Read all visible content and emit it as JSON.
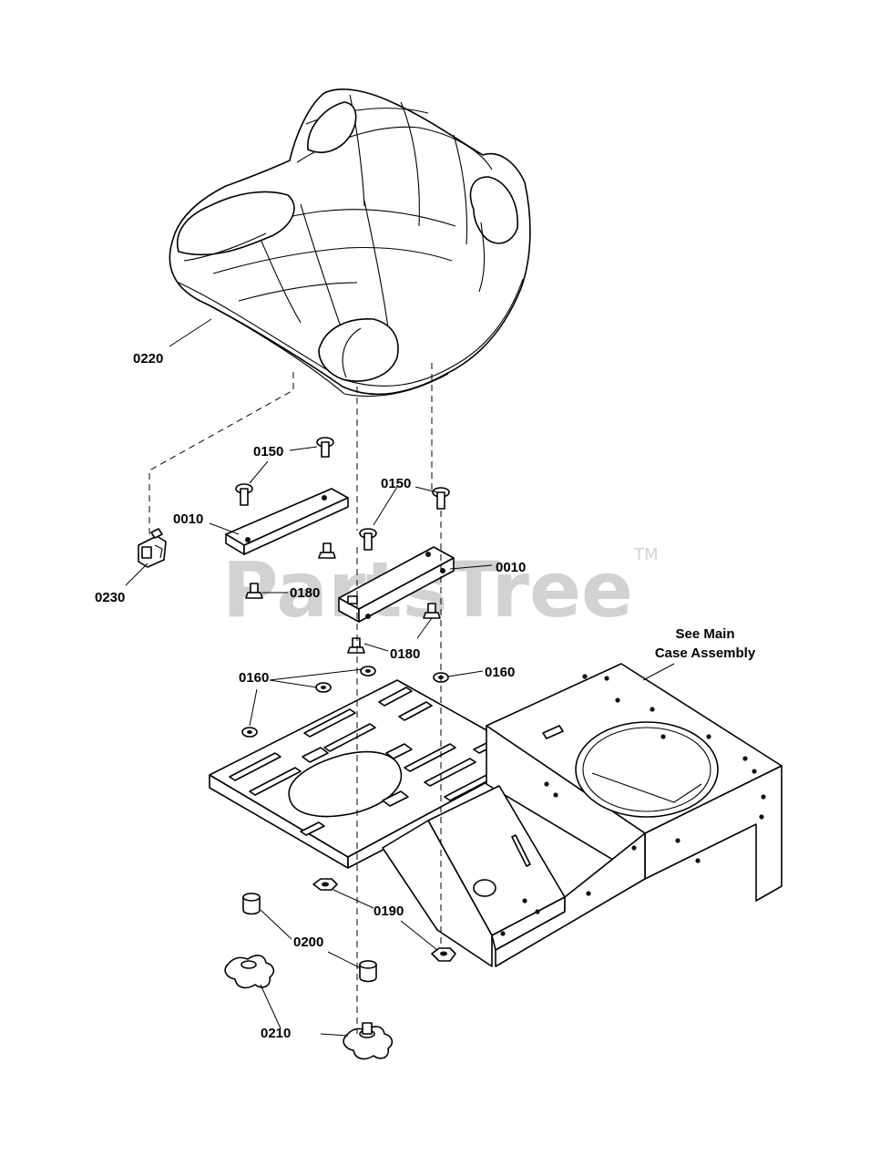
{
  "watermark": {
    "text": "PartsTree",
    "trademark": "TM"
  },
  "note": {
    "line1": "See Main",
    "line2": "Case Assembly"
  },
  "callouts": [
    {
      "id": "c0220",
      "label": "0220"
    },
    {
      "id": "c0150a",
      "label": "0150"
    },
    {
      "id": "c0150b",
      "label": "0150"
    },
    {
      "id": "c0010a",
      "label": "0010"
    },
    {
      "id": "c0010b",
      "label": "0010"
    },
    {
      "id": "c0230",
      "label": "0230"
    },
    {
      "id": "c0180a",
      "label": "0180"
    },
    {
      "id": "c0180b",
      "label": "0180"
    },
    {
      "id": "c0160a",
      "label": "0160"
    },
    {
      "id": "c0160b",
      "label": "0160"
    },
    {
      "id": "c0190",
      "label": "0190"
    },
    {
      "id": "c0200",
      "label": "0200"
    },
    {
      "id": "c0210",
      "label": "0210"
    }
  ]
}
